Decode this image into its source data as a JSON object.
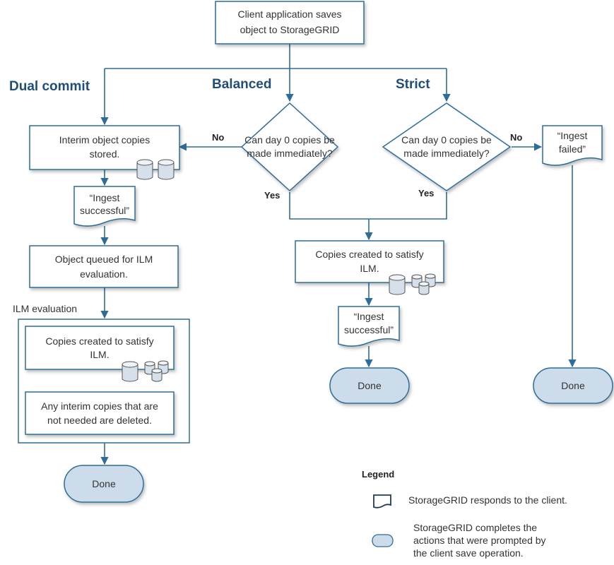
{
  "start": {
    "line1": "Client application saves",
    "line2": "object to StorageGRID"
  },
  "headings": {
    "dual_commit": "Dual commit",
    "balanced": "Balanced",
    "strict": "Strict"
  },
  "decision_balanced": {
    "line1": "Can  day 0 copies be",
    "line2": "made immediately?"
  },
  "decision_strict": {
    "line1": "Can  day 0 copies be",
    "line2": "made immediately?"
  },
  "branch_labels": {
    "no": "No",
    "yes": "Yes"
  },
  "interim": {
    "line1": "Interim object copies",
    "line2": "stored."
  },
  "ingest_successful_left": {
    "line1": "“Ingest",
    "line2": "successful”"
  },
  "queued": {
    "line1": "Object queued for ILM",
    "line2": "evaluation."
  },
  "ilm_evaluation_label": "ILM evaluation",
  "ilm_copies": {
    "line1": "Copies created to satisfy",
    "line2": "ILM."
  },
  "deleted": {
    "line1": "Any interim copies that are",
    "line2": "not needed are deleted."
  },
  "copies_middle": {
    "line1": "Copies created to satisfy",
    "line2": "ILM."
  },
  "ingest_successful_middle": {
    "line1": "“Ingest",
    "line2": "successful”"
  },
  "ingest_failed": {
    "line1": "“Ingest",
    "line2": "failed”"
  },
  "done": "Done",
  "legend": {
    "title": "Legend",
    "doc_desc": "StorageGRID responds to the client.",
    "pill_desc_1": "StorageGRID completes the",
    "pill_desc_2": "actions that were prompted by",
    "pill_desc_3": "the client save operation."
  }
}
